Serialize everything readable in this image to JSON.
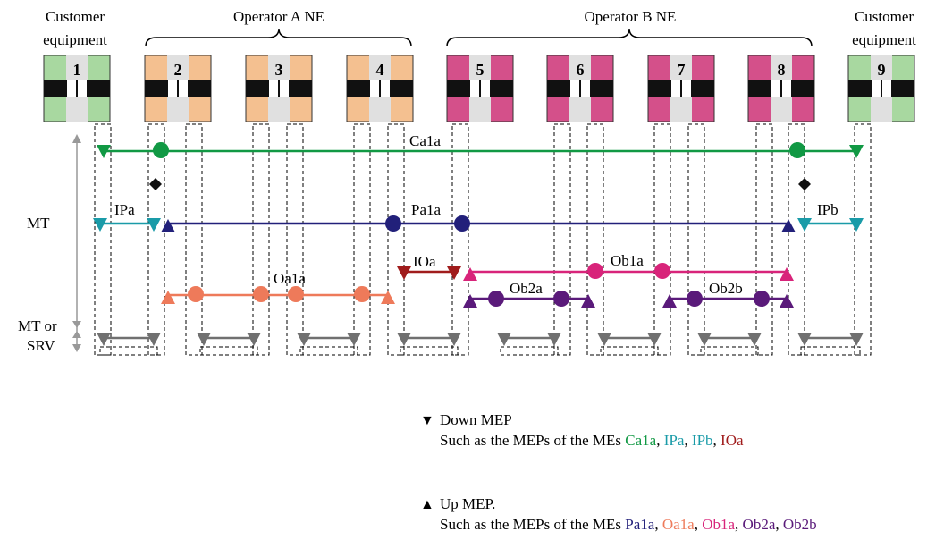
{
  "title_left": "Customer equipment",
  "title_left_lines": [
    "Customer",
    "equipment"
  ],
  "title_right_lines": [
    "Customer",
    "equipment"
  ],
  "group_a": "Operator A NE",
  "group_b": "Operator B NE",
  "nodes": [
    {
      "num": "1",
      "color": "#a8d8a0"
    },
    {
      "num": "2",
      "color": "#f4c090"
    },
    {
      "num": "3",
      "color": "#f4c090"
    },
    {
      "num": "4",
      "color": "#f4c090"
    },
    {
      "num": "5",
      "color": "#d4508a"
    },
    {
      "num": "6",
      "color": "#d4508a"
    },
    {
      "num": "7",
      "color": "#d4508a"
    },
    {
      "num": "8",
      "color": "#d4508a"
    },
    {
      "num": "9",
      "color": "#a8d8a0"
    }
  ],
  "level_labels": {
    "mt": "MT",
    "mt_or": "MT or",
    "srv": "SRV"
  },
  "me_labels": {
    "ca1a": "Ca1a",
    "ipa": "IPa",
    "ipb": "IPb",
    "pa1a": "Pa1a",
    "ioa": "IOa",
    "ob1a": "Ob1a",
    "oa1a": "Oa1a",
    "ob2a": "Ob2a",
    "ob2b": "Ob2b"
  },
  "colors": {
    "ca1a": "#119944",
    "ipa": "#1a9ba8",
    "pa1a": "#22207a",
    "ioa": "#a01c1c",
    "ob1a": "#d8247a",
    "oa1a": "#ee7a5a",
    "ob2": "#5a1a7a",
    "srv": "#707070",
    "diamond": "#111111"
  },
  "legend": {
    "down_symbol": "▼",
    "down_title": "Down MEP",
    "down_prefix": "Such as the MEPs of the MEs ",
    "down_items": [
      {
        "text": "Ca1a",
        "color": "#119944"
      },
      {
        "text": "IPa",
        "color": "#1a9ba8"
      },
      {
        "text": "IPb",
        "color": "#1a9ba8"
      },
      {
        "text": "IOa",
        "color": "#a01c1c"
      }
    ],
    "up_symbol": "▲",
    "up_title": "Up MEP.",
    "up_prefix": "Such as the MEPs of the MEs ",
    "up_items": [
      {
        "text": "Pa1a",
        "color": "#22207a"
      },
      {
        "text": "Oa1a",
        "color": "#ee7a5a"
      },
      {
        "text": "Ob1a",
        "color": "#d8247a"
      },
      {
        "text": "Ob2a",
        "color": "#5a1a7a"
      },
      {
        "text": "Ob2b",
        "color": "#5a1a7a"
      }
    ],
    "separator": ", "
  }
}
